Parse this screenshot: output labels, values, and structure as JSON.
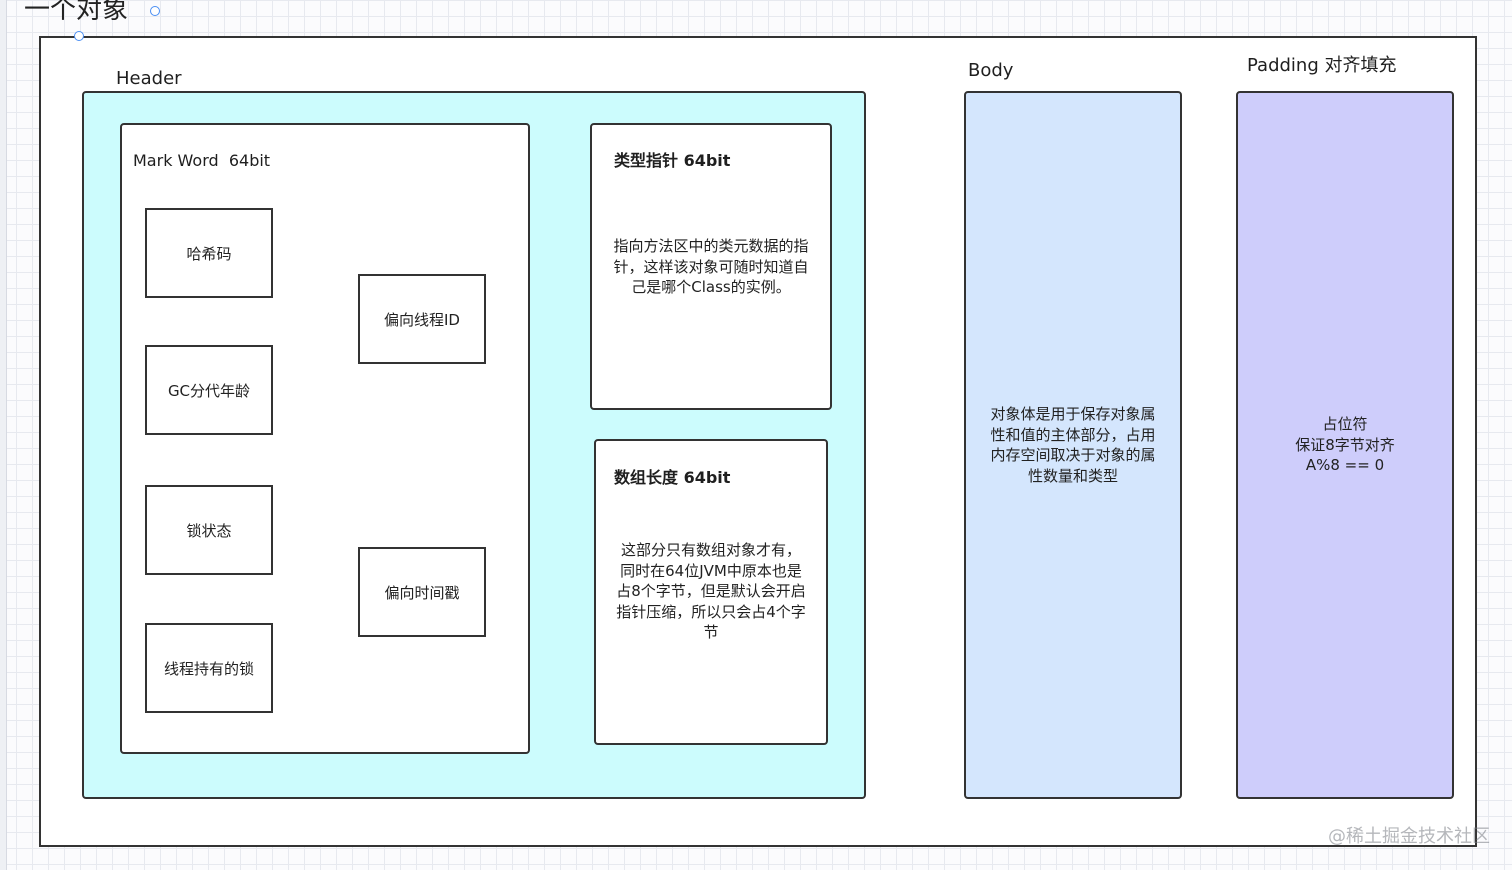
{
  "title": "一个对象",
  "header": {
    "label": "Header",
    "mark_word": {
      "title": "Mark Word  64bit",
      "items": [
        "哈希码",
        "GC分代年龄",
        "锁状态",
        "线程持有的锁",
        "偏向线程ID",
        "偏向时间戳"
      ]
    },
    "type_pointer": {
      "title": "类型指针 64bit",
      "lines": [
        "指向方法区中的类元数据的指",
        "针，这样该对象可随时知道自",
        "己是哪个Class的实例。"
      ]
    },
    "array_length": {
      "title": "数组长度 64bit",
      "lines": [
        "这部分只有数组对象才有，",
        "同时在64位JVM中原本也是",
        "占8个字节，但是默认会开启",
        "指针压缩，所以只会占4个字",
        "节"
      ]
    }
  },
  "body": {
    "label": "Body",
    "lines": [
      "对象体是用于保存对象属",
      "性和值的主体部分，占用",
      "内存空间取决于对象的属",
      "性数量和类型"
    ]
  },
  "padding": {
    "label": "Padding 对齐填充",
    "lines": [
      "占位符",
      "保证8字节对齐",
      "A%8 == 0"
    ]
  },
  "watermark": "@稀土掘金技术社区",
  "colors": {
    "header_fill": "#ccfcfd",
    "body_fill": "#d4e6fd",
    "padding_fill": "#cecdfb",
    "handle": "#4a8ef3"
  }
}
